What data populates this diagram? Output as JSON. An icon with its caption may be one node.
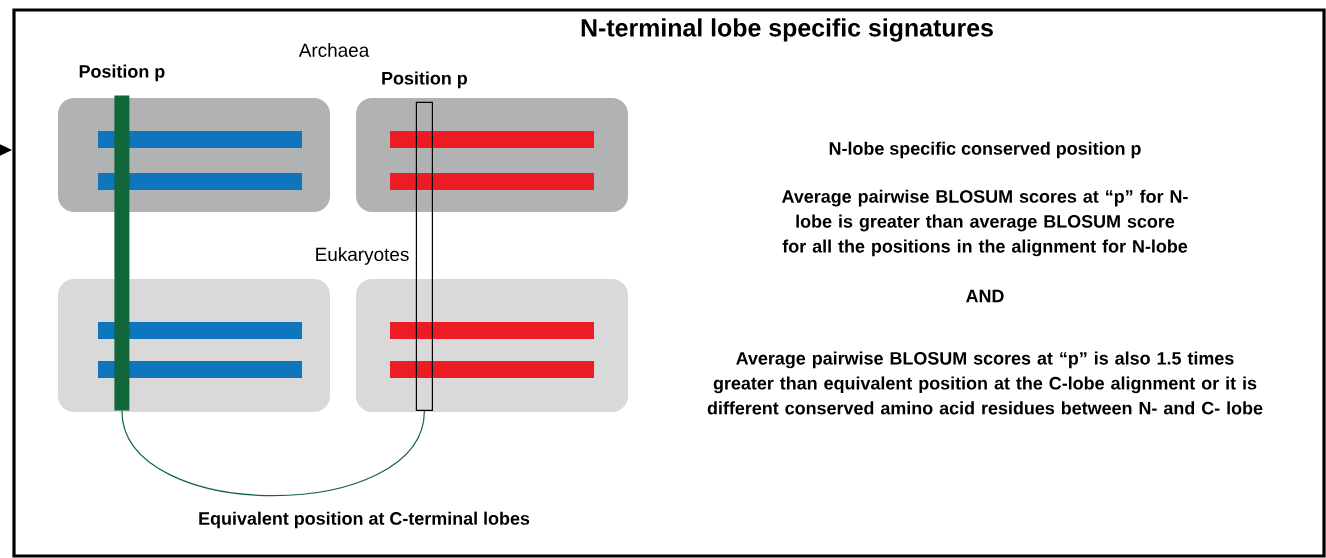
{
  "diagram": {
    "title": "N-terminal lobe specific signatures",
    "nodes": [
      {
        "text": [],
        "shape": "box"
      },
      {
        "text": [],
        "shape": "bar",
        "in": 0,
        "beside": [
          "Position p"
        ]
      },
      {
        "text": [],
        "shape": "box",
        "in": 0,
        "beside": [
          "Position p"
        ]
      }
    ],
    "edges": [
      {
        "from": null,
        "to": 0,
        "arrow": "to"
      },
      {
        "from": 1,
        "to": 2,
        "arrow": "none",
        "color": "#12673a"
      }
    ],
    "labels": [
      "Archaea",
      "Eukaryotes",
      "Equivalent position at C-terminal lobes",
      "N-lobe specific conserved position p",
      "Average pairwise BLOSUM scores at “p” for N-lobe is greater than average BLOSUM score for all the positions in the alignment for N-lobe",
      "AND",
      "Average pairwise BLOSUM scores at “p” is also 1.5 times greater than equivalent position at the C-lobe alignment or it is different conserved amino acid residues between N- and C- lobe"
    ]
  }
}
